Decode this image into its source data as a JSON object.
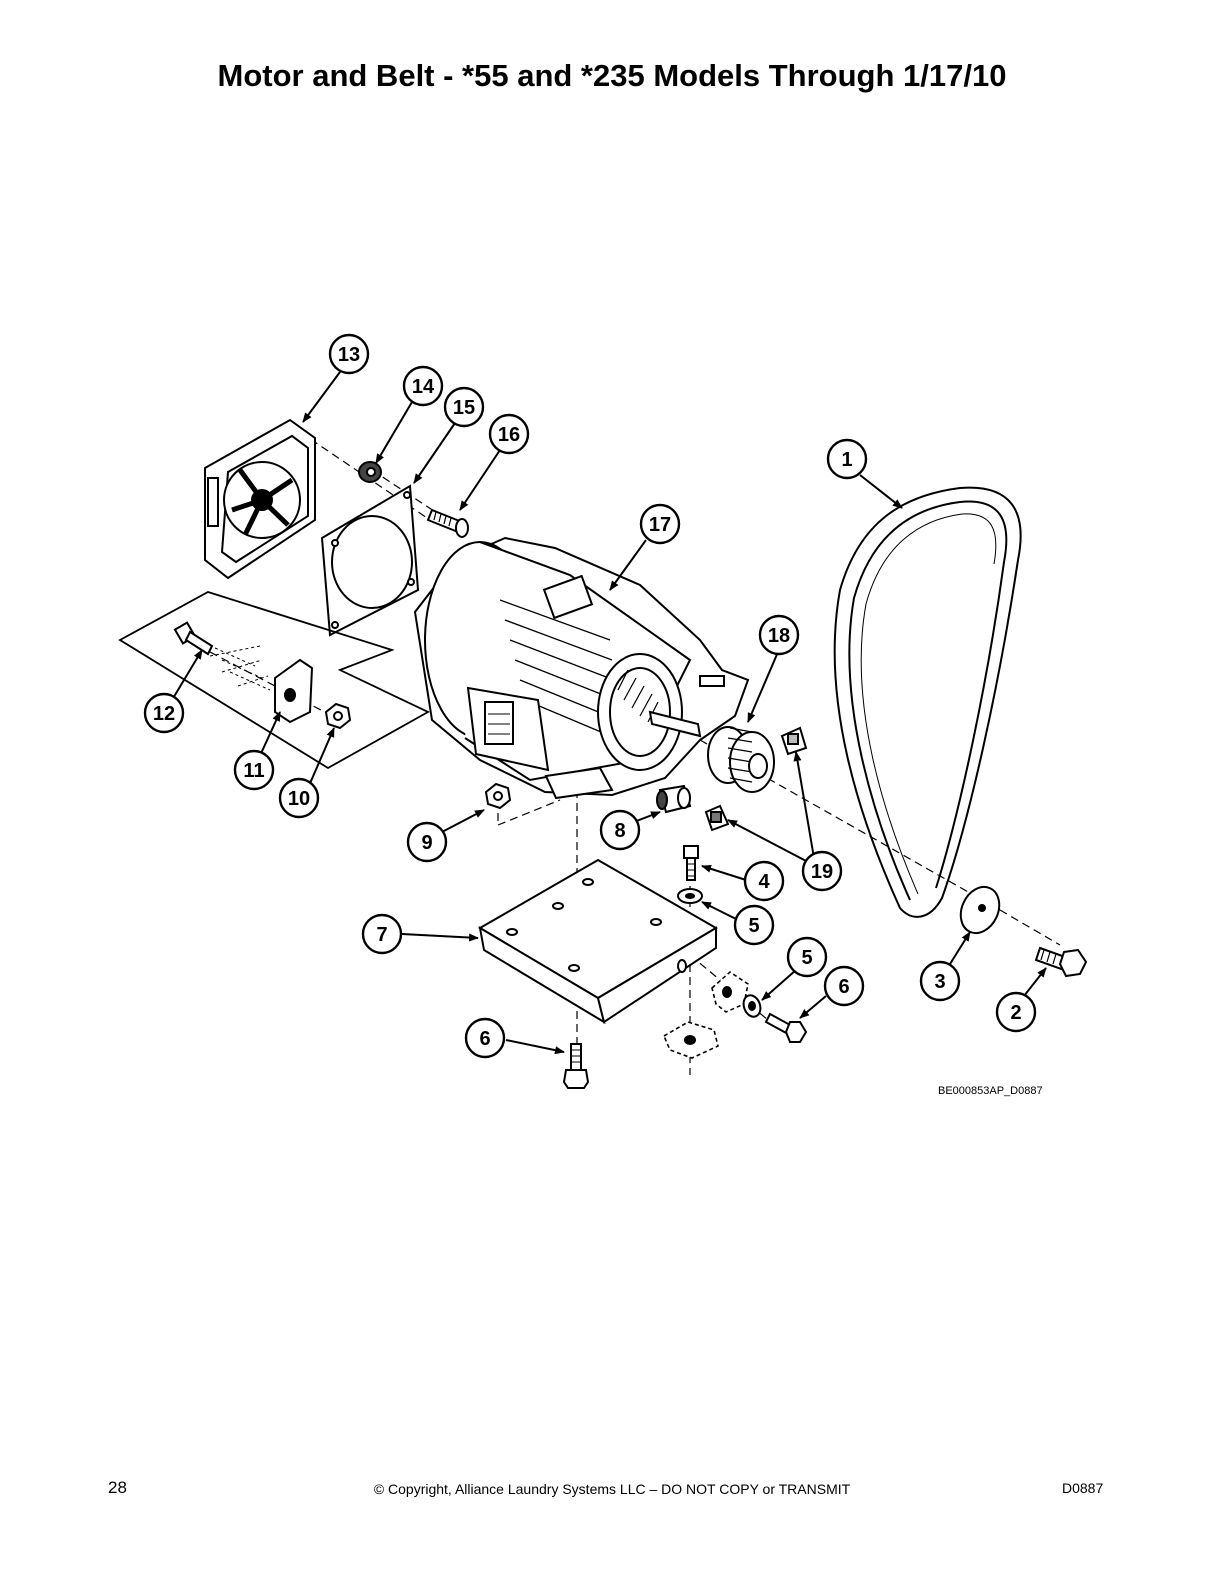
{
  "page": {
    "title": "Motor and Belt - *55 and *235 Models Through 1/17/10",
    "page_number": "28",
    "copyright": "© Copyright, Alliance Laundry Systems LLC – DO NOT COPY or TRANSMIT",
    "doc_code": "D0887"
  },
  "diagram": {
    "reference_code": "BE000853AP_D0887",
    "callouts": [
      {
        "id": "c13",
        "label": "13"
      },
      {
        "id": "c14",
        "label": "14"
      },
      {
        "id": "c15",
        "label": "15"
      },
      {
        "id": "c16",
        "label": "16"
      },
      {
        "id": "c1",
        "label": "1"
      },
      {
        "id": "c17",
        "label": "17"
      },
      {
        "id": "c18",
        "label": "18"
      },
      {
        "id": "c12",
        "label": "12"
      },
      {
        "id": "c11",
        "label": "11"
      },
      {
        "id": "c10",
        "label": "10"
      },
      {
        "id": "c9",
        "label": "9"
      },
      {
        "id": "c8",
        "label": "8"
      },
      {
        "id": "c19",
        "label": "19"
      },
      {
        "id": "c4",
        "label": "4"
      },
      {
        "id": "c5a",
        "label": "5"
      },
      {
        "id": "c7",
        "label": "7"
      },
      {
        "id": "c5b",
        "label": "5"
      },
      {
        "id": "c6a",
        "label": "6"
      },
      {
        "id": "c3",
        "label": "3"
      },
      {
        "id": "c2",
        "label": "2"
      },
      {
        "id": "c6b",
        "label": "6"
      }
    ]
  }
}
